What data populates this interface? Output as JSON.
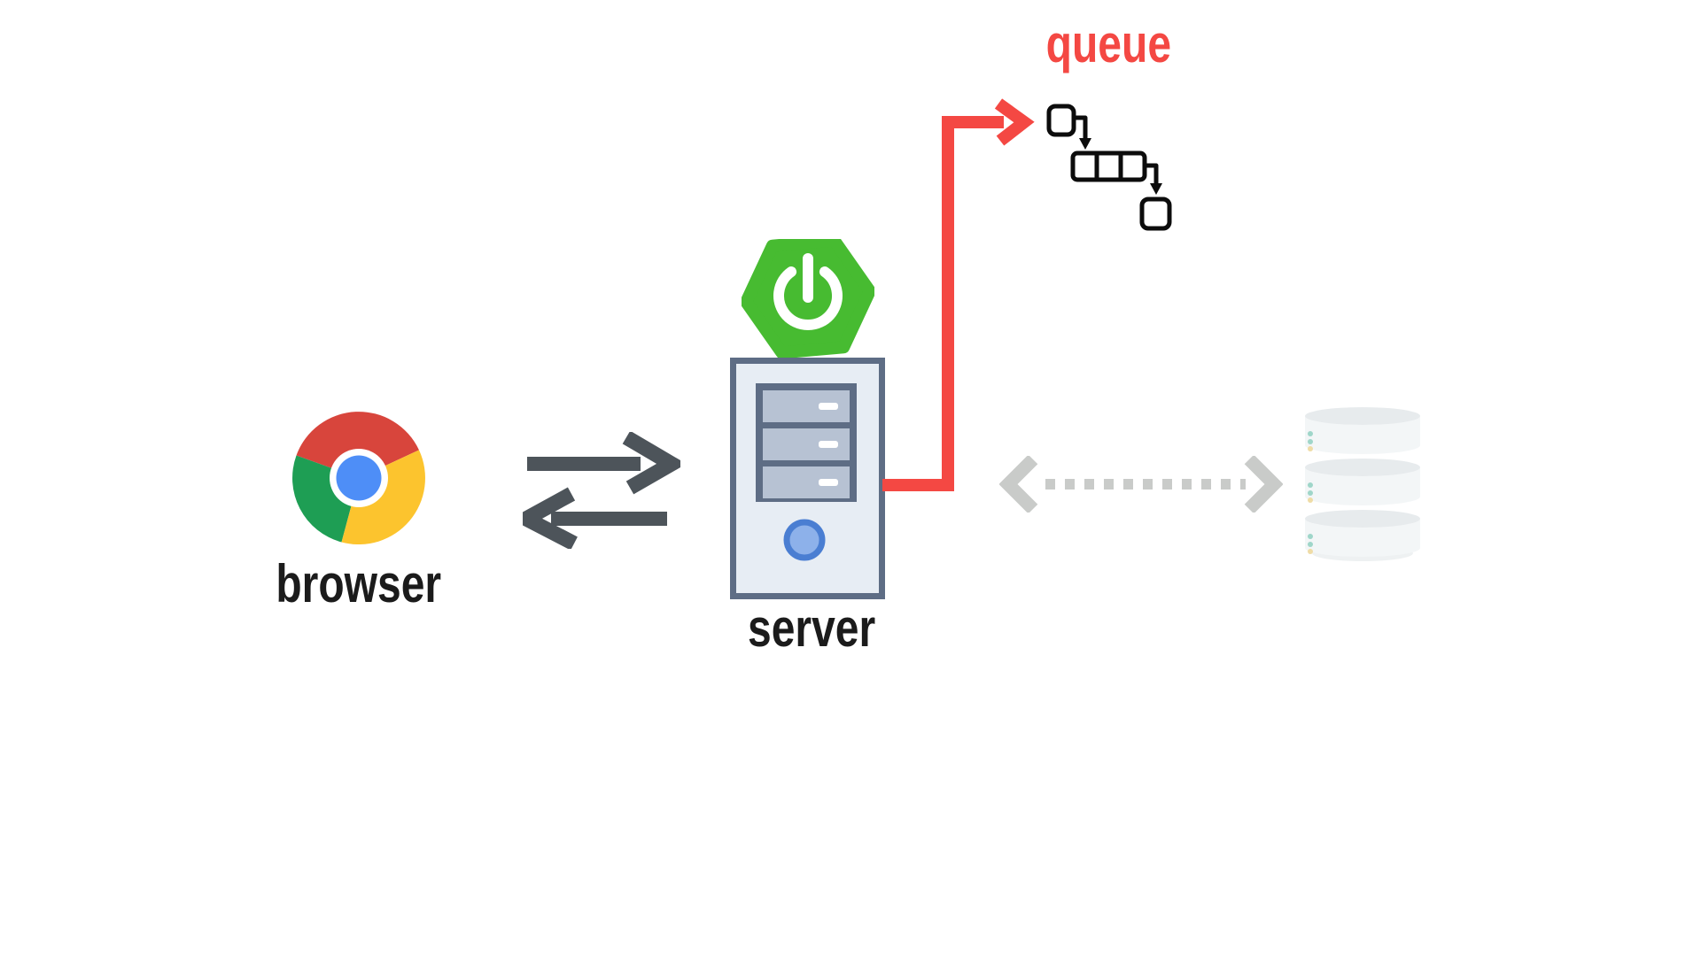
{
  "page": {
    "background": "#ffffff"
  },
  "nodes": {
    "browser": {
      "label": "browser",
      "icon": "chrome-browser-icon"
    },
    "server": {
      "label": "server",
      "icon": "server-tower-icon",
      "badge_icon": "spring-boot-icon"
    },
    "queue": {
      "label": "queue",
      "icon": "queue-boxes-icon"
    },
    "database": {
      "label": "",
      "icon": "database-stack-icon",
      "state": "inactive-faded"
    }
  },
  "edges": [
    {
      "name": "browser-server-exchange",
      "direction": "bidirectional",
      "style": "solid-double-arrow",
      "color_key": "arrow_dark"
    },
    {
      "name": "server-to-queue",
      "direction": "one-way",
      "style": "solid-elbow-arrow",
      "color_key": "arrow_red"
    },
    {
      "name": "server-to-database",
      "direction": "bidirectional",
      "style": "dashed-double-arrow",
      "color_key": "arrow_gray"
    }
  ],
  "colors": {
    "background": "#ffffff",
    "arrow_dark": "#4d545a",
    "arrow_red": "#f44843",
    "arrow_gray": "#c9cbc9",
    "label_dark": "#1b1b1b",
    "chrome_red": "#d8453c",
    "chrome_green": "#1e9e54",
    "chrome_yellow": "#fcc42e",
    "chrome_blue": "#4e8ef7",
    "chrome_ring": "#ffffff",
    "spring_green": "#47bb31",
    "server_border": "#5e6d85",
    "server_fill": "#e7edf4",
    "drive_slot": "#b7c2d3",
    "drive_dash": "#ffffff",
    "power_ring": "#4a7ed2",
    "power_fill": "#8db1ea",
    "queue_icon": "#0c0c0c",
    "db_top": "#e7ebed",
    "db_body": "#f3f6f7",
    "db_shadow": "#eef1f2",
    "db_dot_teal": "#9fd6c9",
    "db_dot_yellow": "#efdca6"
  }
}
